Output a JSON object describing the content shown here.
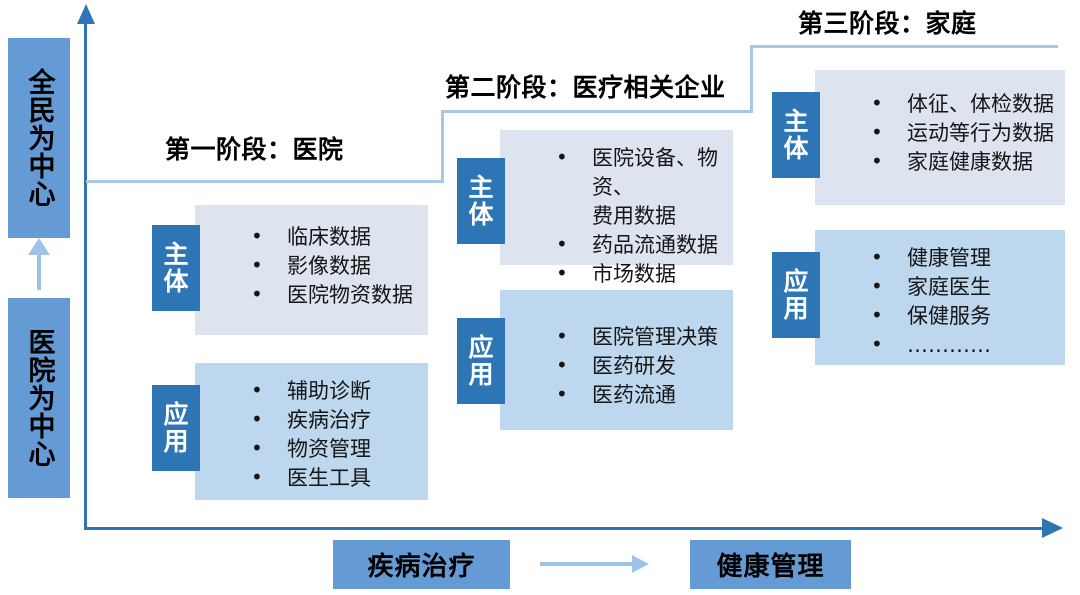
{
  "axes": {
    "vertical": {
      "labels": [
        {
          "text": "全民为中心"
        },
        {
          "text": "医院为中心"
        }
      ]
    },
    "horizontal": {
      "labels": [
        {
          "text": "疾病治疗"
        },
        {
          "text": "健康管理"
        }
      ]
    }
  },
  "colors": {
    "axis": "#2E75B6",
    "axis_label_box": "#659BD4",
    "role_tag": "#2E75B6",
    "subject_panel": "#DEE3F0",
    "application_panel": "#BDD7EE",
    "connector": "#A7C6E8",
    "light_arrow": "#9DC3E6"
  },
  "stages": [
    {
      "title": "第一阶段：医院",
      "subject": {
        "tag": "主体",
        "items": [
          "临床数据",
          "影像数据",
          "医院物资数据"
        ]
      },
      "application": {
        "tag": "应用",
        "items": [
          "辅助诊断",
          "疾病治疗",
          "物资管理",
          "医生工具"
        ]
      }
    },
    {
      "title": "第二阶段：医疗相关企业",
      "subject": {
        "tag": "主体",
        "items": [
          "医院设备、物资、\n费用数据",
          "药品流通数据",
          "市场数据"
        ]
      },
      "application": {
        "tag": "应用",
        "items": [
          "医院管理决策",
          "医药研发",
          "医药流通"
        ]
      }
    },
    {
      "title": "第三阶段：家庭",
      "subject": {
        "tag": "主体",
        "items": [
          "体征、体检数据",
          "运动等行为数据",
          "家庭健康数据"
        ]
      },
      "application": {
        "tag": "应用",
        "items": [
          "健康管理",
          "家庭医生",
          "保健服务",
          "…………"
        ]
      }
    }
  ]
}
